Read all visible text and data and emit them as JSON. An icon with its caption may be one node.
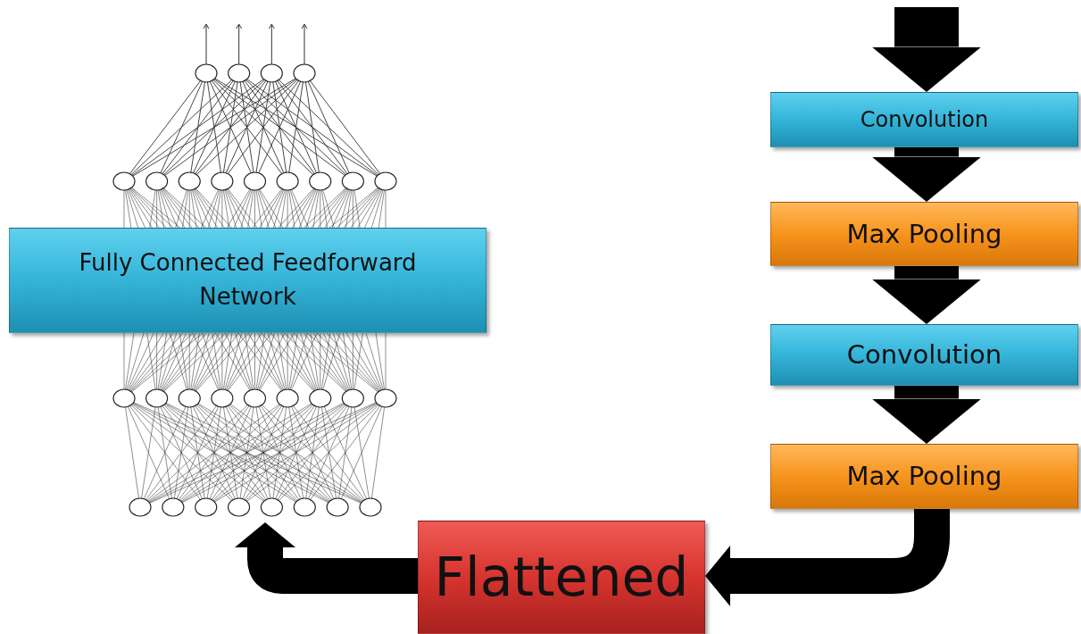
{
  "diagram": {
    "nodes": [
      {
        "text": [
          "Convolution"
        ]
      },
      {
        "text": [
          "Max Pooling"
        ]
      },
      {
        "text": [
          "Convolution"
        ]
      },
      {
        "text": [
          "Max Pooling"
        ]
      },
      {
        "text": [
          "Flattened"
        ]
      },
      {
        "text": [
          "Fully Connected Feedforward Network"
        ]
      },
      {
        "text": [],
        "shape": "picture"
      }
    ],
    "edges": [
      {
        "from": null,
        "to": 0,
        "arrow": "to"
      },
      {
        "from": 0,
        "to": 1,
        "arrow": "to"
      },
      {
        "from": 1,
        "to": 2,
        "arrow": "to"
      },
      {
        "from": 2,
        "to": 3,
        "arrow": "to"
      },
      {
        "from": 3,
        "to": 4,
        "arrow": "to"
      },
      {
        "from": 4,
        "to": 6,
        "arrow": "to"
      }
    ]
  }
}
